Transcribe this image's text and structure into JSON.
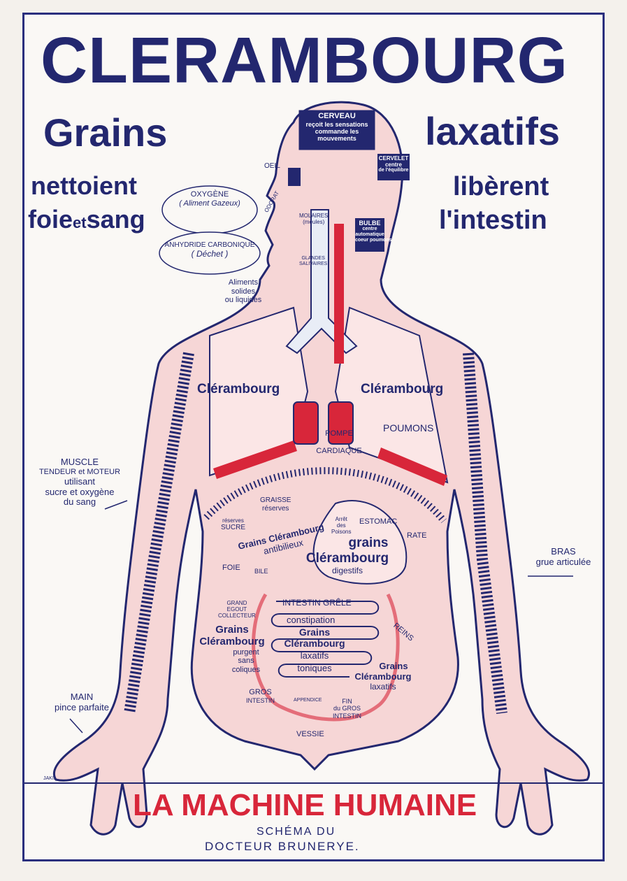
{
  "poster": {
    "brand": "CLERAMBOURG",
    "left_word": "Grains",
    "right_word": "laxatifs",
    "left_line1": "nettoient",
    "left_line2a": "foie",
    "left_line2b": "et",
    "left_line2c": "sang",
    "right_line1": "libèrent",
    "right_line2": "l'intestin",
    "footer_title": "LA MACHINE HUMAINE",
    "footer_sub1": "SCHÉMA DU",
    "footer_sub2": "DOCTEUR BRUNERYE.",
    "signature": "JAKIL",
    "colors": {
      "ink": "#23276f",
      "red": "#d8263a",
      "skin": "#f6d6d6",
      "paper": "#faf8f5"
    }
  },
  "labels": {
    "cerveau_title": "CERVEAU",
    "cerveau_l1": "reçoit les sensations",
    "cerveau_l2": "commande les",
    "cerveau_l3": "mouvements",
    "cervelet_l1": "CERVELET",
    "cervelet_l2": "centre",
    "cervelet_l3": "de l'équilibre",
    "oeil": "OEIL",
    "odorat": "ODORAT",
    "oxygene_l1": "OXYGÈNE",
    "oxygene_l2": "( Aliment Gazeux)",
    "anhydride_l1": "ANHYDRIDE CARBONIQUE",
    "anhydride_l2": "( Déchet )",
    "molaires_l1": "MOLAIRES",
    "molaires_l2": "(meules)",
    "bulbe_l1": "BULBE",
    "bulbe_l2": "centre",
    "bulbe_l3": "automatique",
    "bulbe_l4": "coeur poumons",
    "glandes_l1": "GLANDES",
    "glandes_l2": "SALIVAIRES",
    "aliments_l1": "Aliments",
    "aliments_l2": "solides",
    "aliments_l3": "ou liquides",
    "clerambourg_left": "Clérambourg",
    "clerambourg_right": "Clérambourg",
    "poumons": "POUMONS",
    "pompe_l1": "POMPE",
    "pompe_l2": "CARDIAQUE",
    "muscle_l1": "MUSCLE",
    "muscle_l2": "TENDEUR et MOTEUR",
    "muscle_l3": "utilisant",
    "muscle_l4": "sucre et oxygène",
    "muscle_l5": "du sang",
    "graisse_l1": "GRAISSE",
    "graisse_l2": "réserves",
    "reserves_l1": "réserves",
    "reserves_l2": "SUCRE",
    "arret_l1": "Arrêt",
    "arret_l2": "des",
    "arret_l3": "Poisons",
    "estomac": "ESTOMAC",
    "rate": "RATE",
    "grains_clerambourg_antibilieux_1": "Grains Clérambourg",
    "grains_clerambourg_antibilieux_2": "antibilieux",
    "foie": "FOIE",
    "bile": "BILE",
    "grains_digestifs_1": "grains",
    "grains_digestifs_2": "Clérambourg",
    "grains_digestifs_3": "digestifs",
    "bras_l1": "BRAS",
    "bras_l2": "grue articulée",
    "grand_egout_l1": "GRAND",
    "grand_egout_l2": "EGOUT",
    "grand_egout_l3": "COLLECTEUR",
    "intestin_grele": "INTESTIN GRÊLE",
    "constipation": "constipation",
    "grains_laxatifs_toniques_1": "Grains",
    "grains_laxatifs_toniques_2": "Clérambourg",
    "grains_laxatifs_toniques_3": "laxatifs",
    "grains_laxatifs_toniques_4": "toniques",
    "reins": "REINS",
    "purgent_1": "Grains",
    "purgent_2": "Clérambourg",
    "purgent_3": "purgent",
    "purgent_4": "sans",
    "purgent_5": "coliques",
    "gros_intestin_1": "GROS",
    "gros_intestin_2": "INTESTIN",
    "appendice": "APPENDICE",
    "grains_laxatifs_right_1": "Grains",
    "grains_laxatifs_right_2": "Clérambourg",
    "grains_laxatifs_right_3": "laxatifs",
    "fin_1": "FIN",
    "fin_2": "du GROS",
    "fin_3": "INTESTIN",
    "vessie": "VESSIE",
    "main_l1": "MAIN",
    "main_l2": "pince parfaite"
  }
}
